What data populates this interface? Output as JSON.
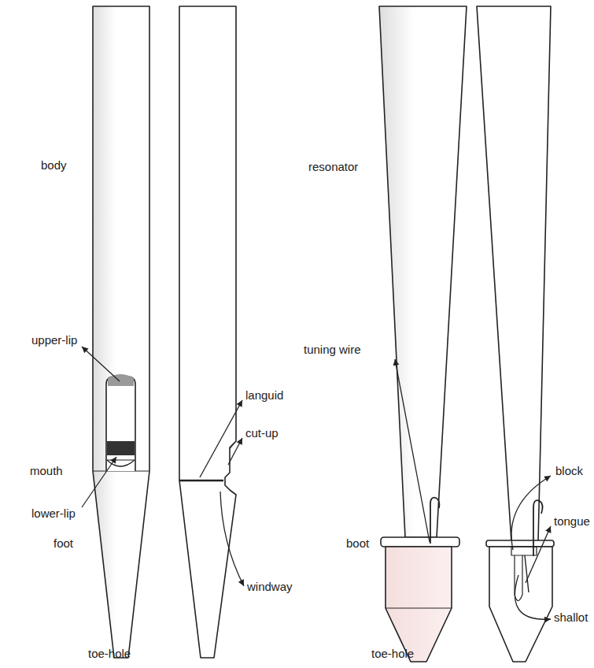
{
  "diagram": {
    "labels": [
      "body",
      "upper-lip",
      "mouth",
      "lower-lip",
      "foot",
      "toe-hole",
      "languid",
      "cut-up",
      "windway",
      "toe-hole",
      "resonator",
      "tuning wire",
      "boot",
      "block",
      "tongue",
      "shallot"
    ]
  }
}
